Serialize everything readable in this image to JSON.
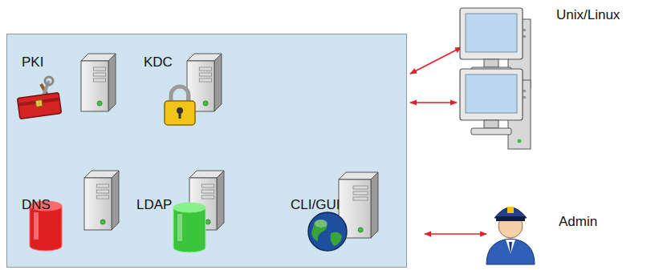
{
  "diagram": {
    "nodes": [
      {
        "text": []
      },
      {
        "text": [
          "PKI"
        ],
        "in": 0
      },
      {
        "text": [
          "KDC"
        ],
        "in": 0
      },
      {
        "text": [
          "DNS"
        ],
        "in": 0
      },
      {
        "text": [
          "LDAP"
        ],
        "in": 0
      },
      {
        "text": [
          "CLI/GUI"
        ],
        "in": 0
      },
      {
        "text": [
          "Unix/Linux"
        ]
      },
      {
        "text": [
          "Admin"
        ]
      }
    ],
    "edges": [
      {
        "from": 0,
        "to": 6,
        "arrow": "both"
      },
      {
        "from": 0,
        "to": 6,
        "arrow": "both"
      },
      {
        "from": 0,
        "to": 7,
        "arrow": "both"
      }
    ]
  }
}
